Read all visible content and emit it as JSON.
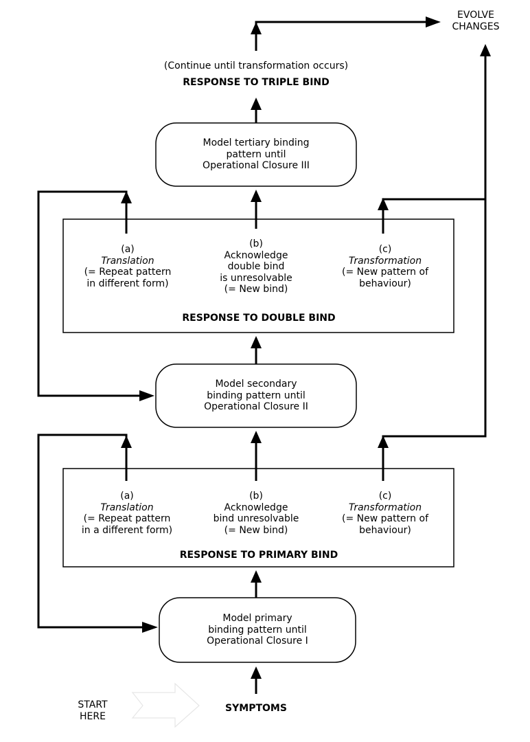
{
  "evolve_changes": [
    "EVOLVE",
    "CHANGES"
  ],
  "continue_note": "(Continue until transformation occurs)",
  "response_triple": "RESPONSE TO TRIPLE BIND",
  "tertiary_box": [
    "Model tertiary binding",
    "pattern until",
    "Operational Closure III"
  ],
  "double_bind": {
    "a": {
      "letter": "(a)",
      "name": "Translation",
      "desc": [
        "(= Repeat pattern",
        "in different form)"
      ]
    },
    "b": {
      "letter": "(b)",
      "lines": [
        "Acknowledge",
        "double bind",
        "is unresolvable",
        "(= New bind)"
      ]
    },
    "c": {
      "letter": "(c)",
      "name": "Transformation",
      "desc": [
        "(= New pattern of",
        "behaviour)"
      ]
    },
    "title": "RESPONSE TO DOUBLE BIND"
  },
  "secondary_box": [
    "Model secondary",
    "binding pattern until",
    "Operational Closure II"
  ],
  "primary_bind": {
    "a": {
      "letter": "(a)",
      "name": "Translation",
      "desc": [
        "(= Repeat pattern",
        "in a different form)"
      ]
    },
    "b": {
      "letter": "(b)",
      "lines": [
        "Acknowledge",
        "bind unresolvable",
        "(= New bind)"
      ]
    },
    "c": {
      "letter": "(c)",
      "name": "Transformation",
      "desc": [
        "(= New pattern of",
        "behaviour)"
      ]
    },
    "title": "RESPONSE TO PRIMARY BIND"
  },
  "primary_box": [
    "Model primary",
    "binding pattern until",
    "Operational Closure I"
  ],
  "start_here": [
    "START",
    "HERE"
  ],
  "symptoms": "SYMPTOMS"
}
